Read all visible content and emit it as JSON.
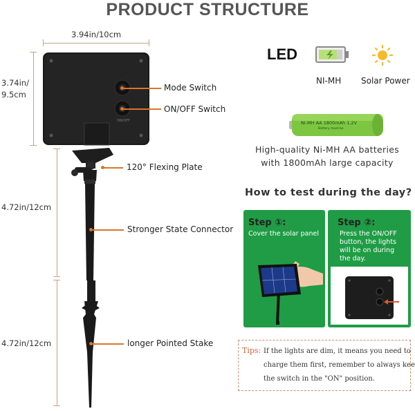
{
  "header": {
    "title": "PRODUCT STRUCTURE"
  },
  "dimensions": {
    "width": "3.94in/10cm",
    "height": "3.74in/\n9.5cm",
    "stake_upper": "4.72in/12cm",
    "stake_lower": "4.72in/12cm"
  },
  "parts": {
    "mode_switch": "Mode Switch",
    "onoff_switch": "ON/OFF Switch",
    "flexing_plate": "120°  Flexing Plate",
    "connector": "Stronger State Connector",
    "stake": "longer Pointed Stake"
  },
  "features": {
    "led": "LED",
    "nimh": "NI-MH",
    "solar": "Solar Power",
    "battery_print": "Ni-MH  AA 1800mAh 1.2V",
    "battery_subprint": "Battery must be",
    "battery_desc_line1": "High-quality Ni-MH AA batteries",
    "battery_desc_line2": "with 1800mAh large capacity"
  },
  "howto": {
    "title": "How to test during the day?",
    "step1": {
      "title": "Step ①:",
      "text": "Cover the solar panel"
    },
    "step2": {
      "title": "Step ②:",
      "line1": "Press the ON/OFF",
      "line2": "button, the lights",
      "line3": "will be on during",
      "line4": "the day."
    }
  },
  "tips": {
    "label": "Tips:",
    "line1": "If the lights are dim, it means you need to",
    "line2": "charge them first, remember to always keep",
    "line3": "the switch in the \"ON\" position."
  },
  "colors": {
    "accent": "#d9752b",
    "panel_green": "#1f9c45",
    "battery_green": "#7dc642"
  }
}
